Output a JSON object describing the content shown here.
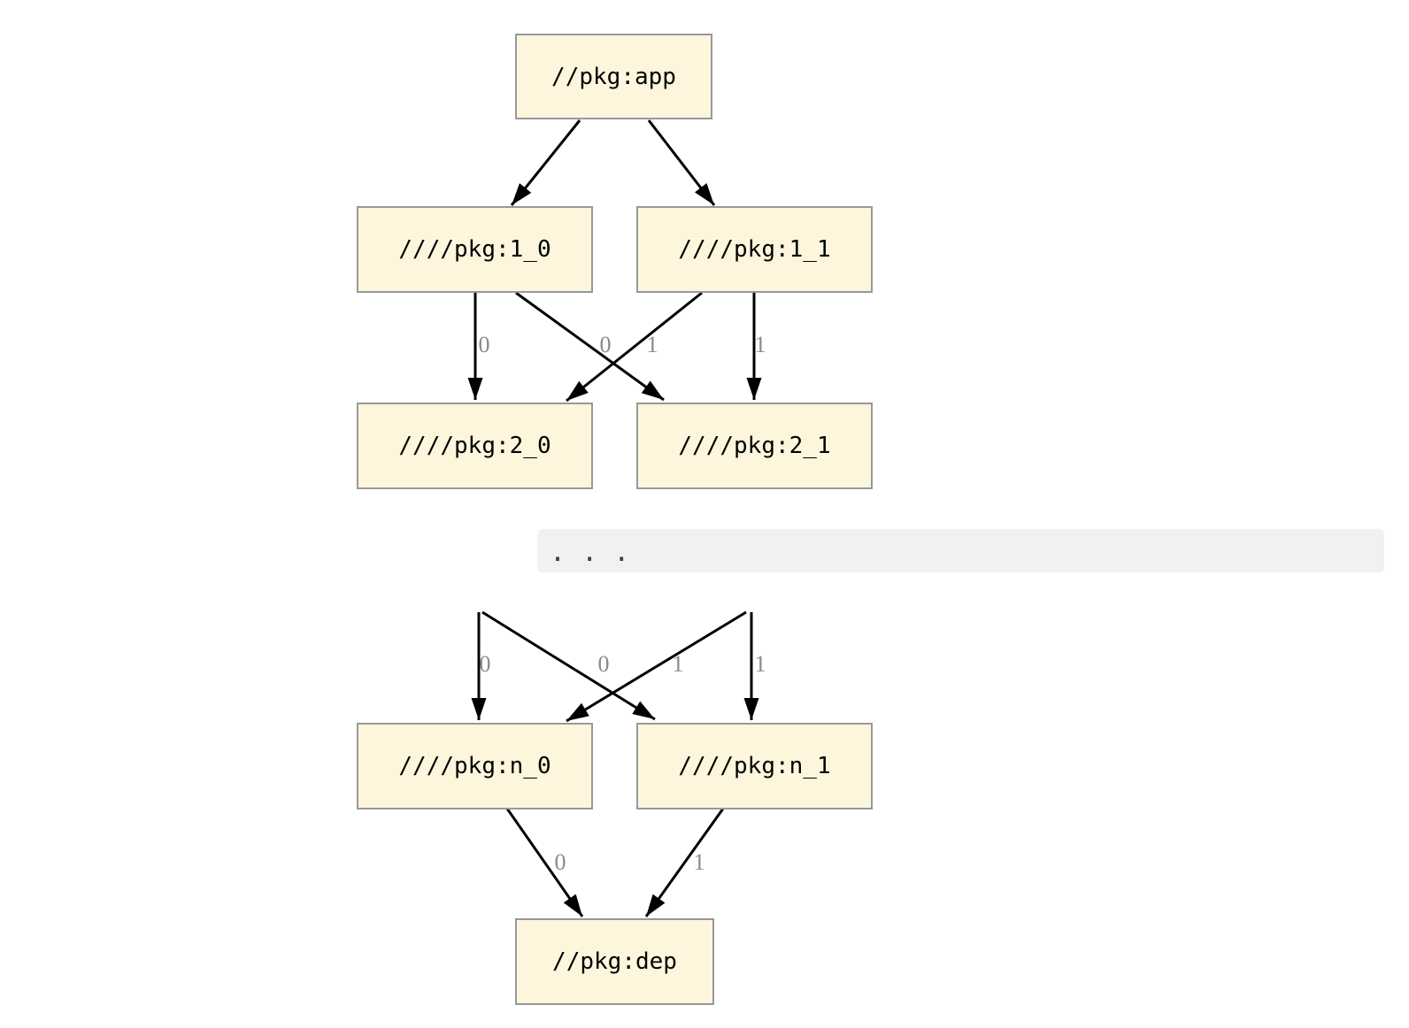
{
  "graph": {
    "type": "dependency-diagram",
    "nodes": {
      "app": {
        "label": "//pkg:app"
      },
      "v1_0": {
        "label": "////pkg:1_0"
      },
      "v1_1": {
        "label": "////pkg:1_1"
      },
      "v2_0": {
        "label": "////pkg:2_0"
      },
      "v2_1": {
        "label": "////pkg:2_1"
      },
      "n_0": {
        "label": "////pkg:n_0"
      },
      "n_1": {
        "label": "////pkg:n_1"
      },
      "dep": {
        "label": "//pkg:dep"
      }
    },
    "ellipsis": ". . .",
    "edges": [
      {
        "from": "//pkg:app",
        "to": "////pkg:1_0",
        "label": ""
      },
      {
        "from": "//pkg:app",
        "to": "////pkg:1_1",
        "label": ""
      },
      {
        "from": "////pkg:1_0",
        "to": "////pkg:2_0",
        "label": "0"
      },
      {
        "from": "////pkg:1_0",
        "to": "////pkg:2_1",
        "label": "0"
      },
      {
        "from": "////pkg:1_1",
        "to": "////pkg:2_0",
        "label": "1"
      },
      {
        "from": "////pkg:1_1",
        "to": "////pkg:2_1",
        "label": "1"
      },
      {
        "from": "...",
        "to": "////pkg:n_0",
        "label": "0"
      },
      {
        "from": "...",
        "to": "////pkg:n_1",
        "label": "0"
      },
      {
        "from": "...",
        "to": "////pkg:n_0",
        "label": "1"
      },
      {
        "from": "...",
        "to": "////pkg:n_1",
        "label": "1"
      },
      {
        "from": "////pkg:n_0",
        "to": "//pkg:dep",
        "label": "0"
      },
      {
        "from": "////pkg:n_1",
        "to": "//pkg:dep",
        "label": "1"
      }
    ],
    "edge_labels": {
      "b1": "0",
      "b2": "0",
      "b3": "1",
      "b4": "1",
      "c1": "0",
      "c2": "0",
      "c3": "1",
      "c4": "1",
      "d1": "0",
      "d2": "1"
    },
    "colors": {
      "background": "#ffffff",
      "node_fill": "#fdf6dd",
      "node_border": "#95999a",
      "node_text": "#000000",
      "edge": "#000000",
      "edge_label_text": "#8a8a8a",
      "ellipsis_band": "#f1f1f2",
      "ellipsis_text": "#3f3f3f"
    }
  }
}
